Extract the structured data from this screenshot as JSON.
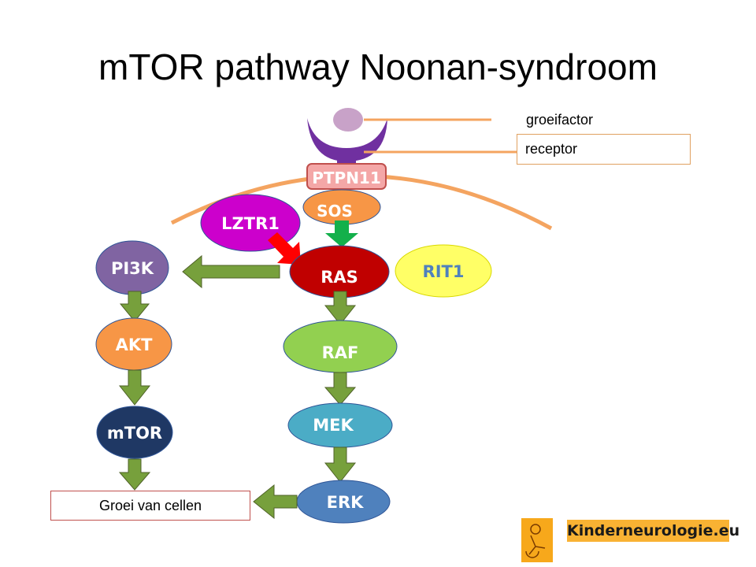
{
  "slide": {
    "title": "mTOR pathway Noonan-syndroom"
  },
  "labels": {
    "groeifactor": "groeifactor",
    "receptor": "receptor",
    "growth": "Groei van cellen"
  },
  "nodes": {
    "ptpn11": "PTPN11",
    "sos": "SOS",
    "lztr1": "LZTR1",
    "pi3k": "PI3K",
    "ras": "RAS",
    "rit1": "RIT1",
    "akt": "AKT",
    "raf": "RAF",
    "mtor": "mTOR",
    "mek": "MEK",
    "erk": "ERK"
  },
  "logo": {
    "text": "Kinderneurologie.eu",
    "icon": "child-wheelchair-icon"
  },
  "colors": {
    "membrane": "#f4a460",
    "arrow_green": "#77a03c",
    "arrow_bright_green": "#13b04b",
    "arrow_red": "#ff0000",
    "pi3k": "#8064a2",
    "akt": "#f79646",
    "mtor": "#1f3864",
    "ras": "#c00000",
    "raf": "#92d050",
    "mek": "#4bacc6",
    "erk": "#4f81bd",
    "lztr1": "#cc00cc",
    "rit1": "#ffff66",
    "sos": "#f79646",
    "ptpn11": "#f4a7a7",
    "receptor": "#7030a0",
    "ligand": "#c8a2c8"
  }
}
